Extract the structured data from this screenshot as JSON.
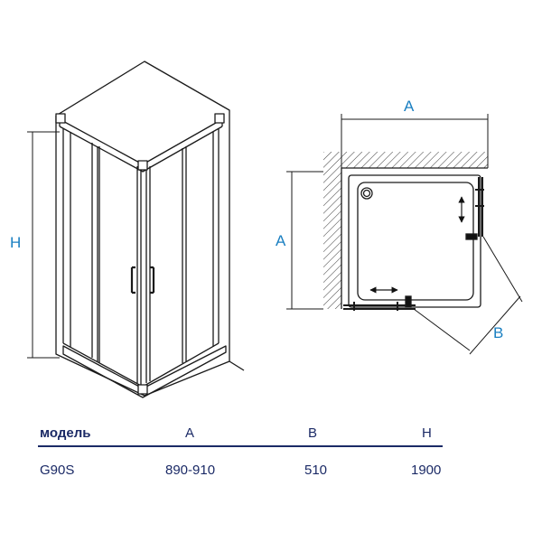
{
  "diagram": {
    "perspective": {
      "height_label": "H"
    },
    "plan": {
      "width_label": "A",
      "depth_label": "A",
      "door_label": "B"
    }
  },
  "spec_table": {
    "headers": [
      "модель",
      "A",
      "B",
      "H"
    ],
    "rows": [
      [
        "G90S",
        "890-910",
        "510",
        "1900"
      ]
    ]
  },
  "colors": {
    "line": "#1a1a1a",
    "label": "#1a7fc1",
    "table_text": "#1b2a66"
  }
}
